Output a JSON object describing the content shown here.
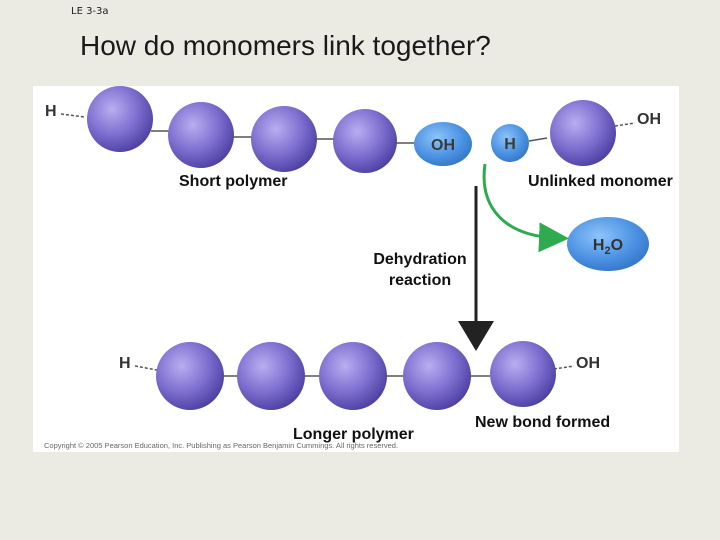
{
  "slide": {
    "label": "LE 3-3a",
    "title": "How do monomers link together?"
  },
  "diagram": {
    "top_chain": {
      "left_end": "H",
      "right_end": "OH",
      "oh_group": "OH",
      "h_group": "H"
    },
    "bottom_chain": {
      "left_end": "H",
      "right_end": "OH"
    },
    "water": {
      "symbol": "H",
      "subscript": "2",
      "element": "O"
    },
    "labels": {
      "short_polymer": "Short polymer",
      "unlinked_monomer": "Unlinked monomer",
      "dehydration_line1": "Dehydration",
      "dehydration_line2": "reaction",
      "longer_polymer": "Longer polymer",
      "new_bond": "New bond formed"
    },
    "copyright": "Copyright © 2005 Pearson Education, Inc. Publishing as Pearson Benjamin Cummings. All rights reserved.",
    "colors": {
      "monomer": "#7e6fd0",
      "functional_group": "#4a90e2",
      "green_arrow": "#2eaa4f",
      "black_arrow": "#222222"
    }
  }
}
